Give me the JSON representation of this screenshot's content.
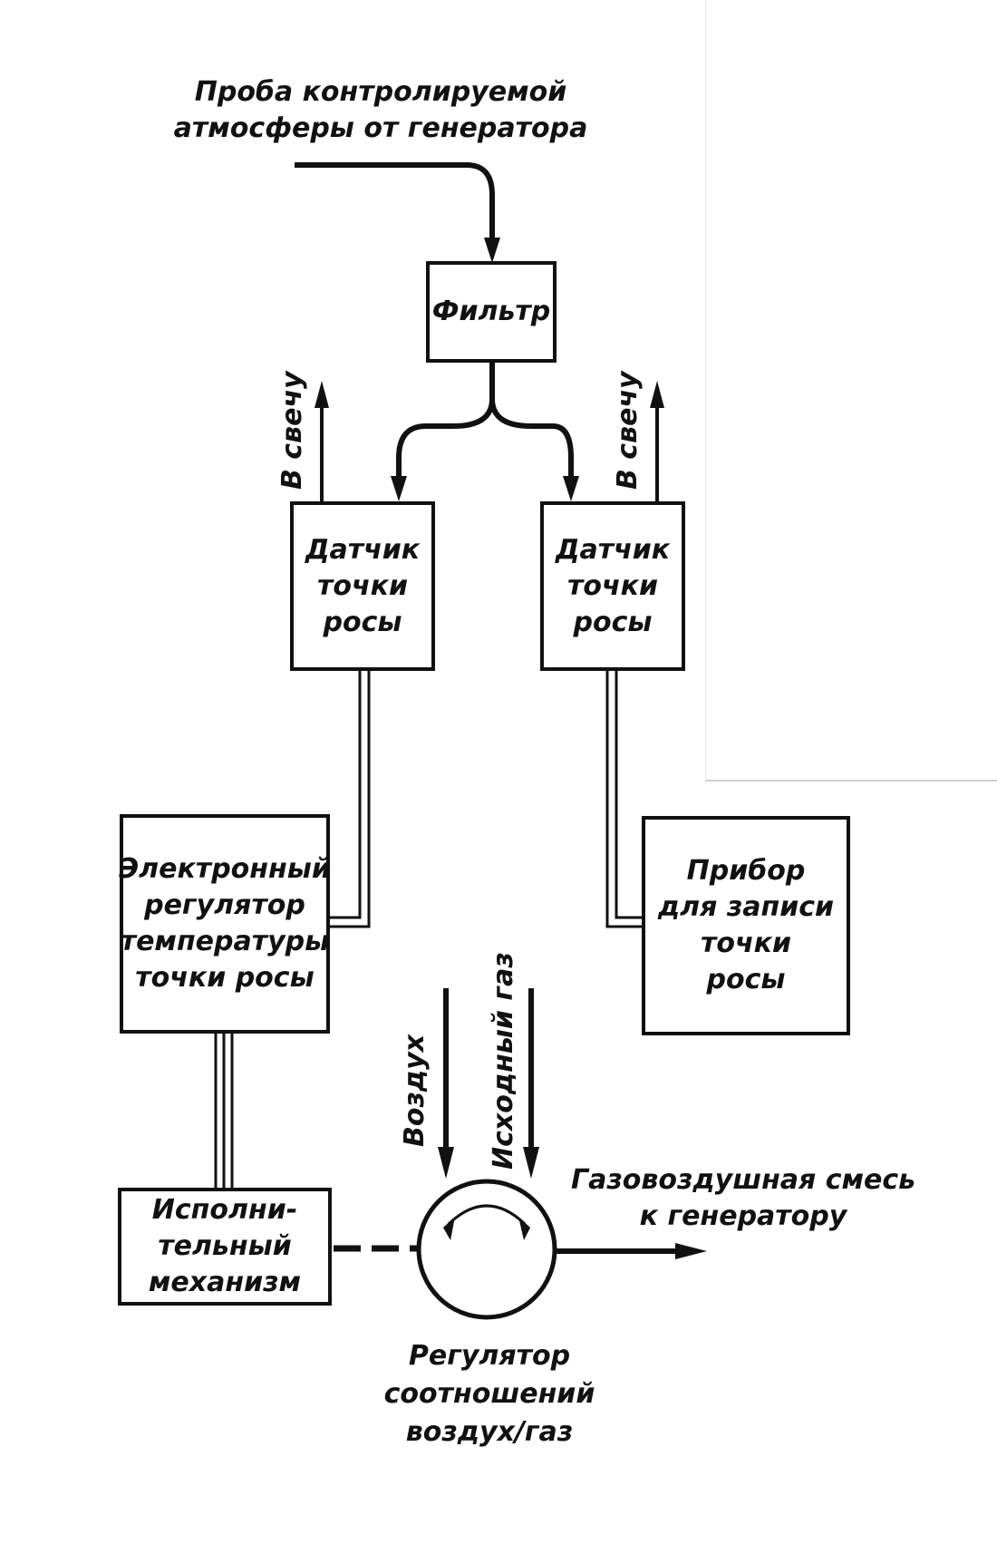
{
  "input_label": [
    "Проба контролируемой",
    "атмосферы от генератора"
  ],
  "filter": "Фильтр",
  "sensor_left": [
    "Датчик",
    "точки",
    "росы"
  ],
  "sensor_right": [
    "Датчик",
    "точки",
    "росы"
  ],
  "vent_left": "В свечу",
  "vent_right": "В свечу",
  "controller": [
    "Электронный",
    "регулятор",
    "температуры",
    "точки росы"
  ],
  "recorder": [
    "Прибор",
    "для записи",
    "точки",
    "росы"
  ],
  "actuator": [
    "Исполни-",
    "тельный",
    "механизм"
  ],
  "air_label": "Воздух",
  "gas_label": "Исходный газ",
  "output_label": [
    "Газовоздушная смесь",
    "к генератору"
  ],
  "ratio_regulator": [
    "Регулятор",
    "соотношений",
    "воздух/газ"
  ]
}
